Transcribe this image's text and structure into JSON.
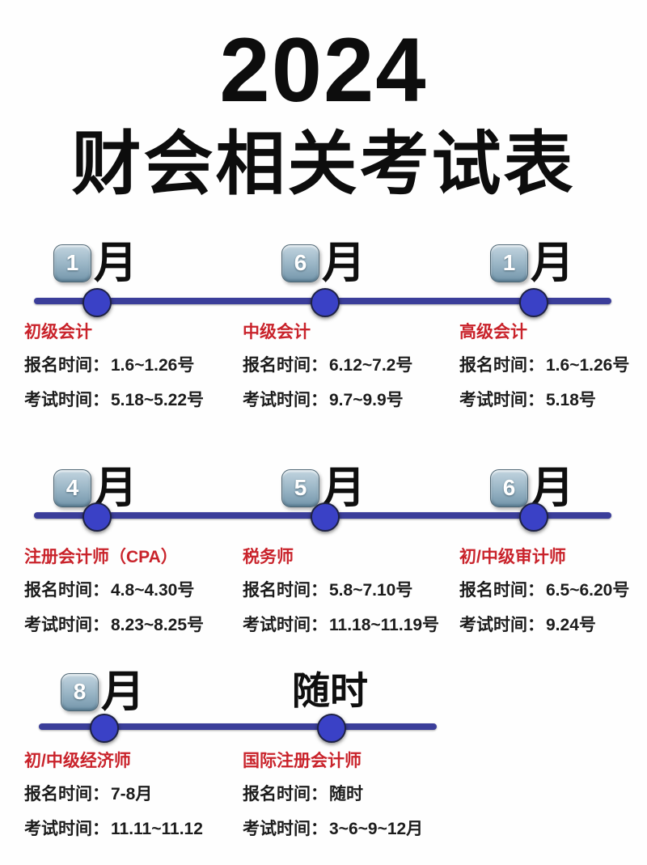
{
  "title": {
    "year": "2024",
    "subtitle": "财会相关考试表"
  },
  "labels": {
    "signup": "报名时间：",
    "exam": "考试时间："
  },
  "timelines": [
    {
      "columns": [
        {
          "badge": "1",
          "unit": "月",
          "name": "初级会计",
          "signup": "1.6~1.26号",
          "exam": "5.18~5.22号"
        },
        {
          "badge": "6",
          "unit": "月",
          "name": "中级会计",
          "signup": "6.12~7.2号",
          "exam": "9.7~9.9号"
        },
        {
          "badge": "1",
          "unit": "月",
          "name": "高级会计",
          "signup": "1.6~1.26号",
          "exam": "5.18号"
        }
      ]
    },
    {
      "columns": [
        {
          "badge": "4",
          "unit": "月",
          "name": "注册会计师（CPA）",
          "signup": "4.8~4.30号",
          "exam": "8.23~8.25号"
        },
        {
          "badge": "5",
          "unit": "月",
          "name": "税务师",
          "signup": "5.8~7.10号",
          "exam": "11.18~11.19号"
        },
        {
          "badge": "6",
          "unit": "月",
          "name": "初/中级审计师",
          "signup": "6.5~6.20号",
          "exam": "9.24号"
        }
      ]
    },
    {
      "columns": [
        {
          "badge": "8",
          "unit": "月",
          "name": "初/中级经济师",
          "signup": "7-8月",
          "exam": "11.11~11.12"
        },
        {
          "badge": null,
          "unit": "随时",
          "name": "国际注册会计师",
          "signup": "随时",
          "exam": "3~6~9~12月"
        }
      ]
    }
  ],
  "colors": {
    "accent_red": "#c9232b",
    "line_blue": "#3b3e9a",
    "dot_blue": "#3a41c6",
    "badge_steel_top": "#c2d4df",
    "badge_steel_bottom": "#7496ab"
  }
}
